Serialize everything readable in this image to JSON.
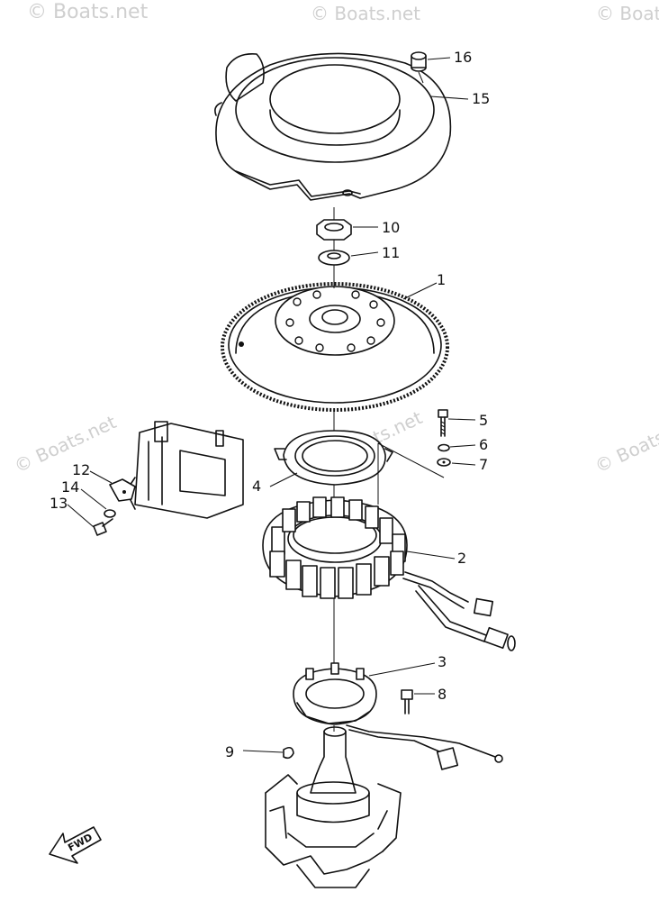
{
  "watermark": "© Boats.net",
  "callouts": [
    "1",
    "2",
    "3",
    "4",
    "5",
    "6",
    "7",
    "8",
    "9",
    "10",
    "11",
    "12",
    "13",
    "14",
    "15",
    "16"
  ],
  "direction_label": "FWD"
}
